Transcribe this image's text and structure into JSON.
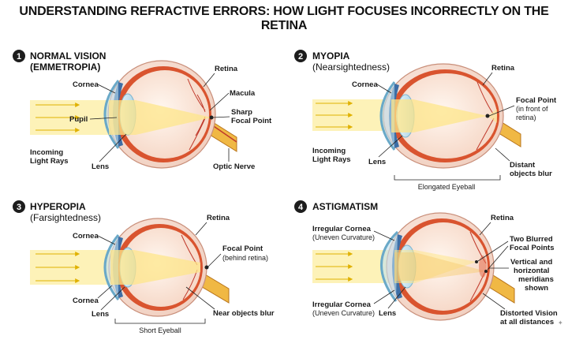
{
  "title": "UNDERSTANDING REFRACTIVE ERRORS: HOW LIGHT FOCUSES INCORRECTLY ON THE RETINA",
  "colors": {
    "sclera": "#f7e2d6",
    "choroid": "#d9542f",
    "iris": "#3d6ea6",
    "cornea": "#bfe0ee",
    "lens": "#cfe7f2",
    "light": "#fdf2b8",
    "arrow": "#e0b100",
    "nerve": "#f0b844",
    "vessel": "#c0392b"
  },
  "panels": [
    {
      "id": "normal",
      "number": "1",
      "heading_bold": "NORMAL VISION",
      "heading_sub": "(EMMETROPIA)",
      "labels": {
        "cornea": "Cornea",
        "pupil": "Pupil",
        "incoming1": "Incoming",
        "incoming2": "Light Rays",
        "lens": "Lens",
        "retina": "Retina",
        "macula": "Macula",
        "focal1": "Sharp",
        "focal2": "Focal Point",
        "optic": "Optic Nerve"
      }
    },
    {
      "id": "myopia",
      "number": "2",
      "heading_bold": "MYOPIA",
      "heading_sub": "(Nearsightedness)",
      "labels": {
        "cornea": "Cornea",
        "incoming1": "Incoming",
        "incoming2": "Light Rays",
        "lens": "Lens",
        "retina": "Retina",
        "focal1": "Focal Point",
        "focal2": "(in front of",
        "focal3": "retina)",
        "blur1": "Distant",
        "blur2": "objects blur",
        "bracket": "Elongated Eyeball"
      }
    },
    {
      "id": "hyperopia",
      "number": "3",
      "heading_bold": "HYPEROPIA",
      "heading_sub": "(Farsightedness)",
      "labels": {
        "cornea_top": "Cornea",
        "cornea_bottom": "Cornea",
        "lens": "Lens",
        "retina": "Retina",
        "focal1": "Focal Point",
        "focal2": "(behind retina)",
        "blur": "Near objects blur",
        "bracket": "Short Eyeball"
      }
    },
    {
      "id": "astigmatism",
      "number": "4",
      "heading_bold": "ASTIGMATISM",
      "heading_sub": "",
      "labels": {
        "cornea_top1": "Irregular Cornea",
        "cornea_top2": "(Uneven Curvature)",
        "cornea_bottom1": "Irregular Cornea",
        "cornea_bottom2": "(Uneven Curvature)",
        "lens": "Lens",
        "retina": "Retina",
        "two1": "Two Blurred",
        "two2": "Focal Points",
        "merid1": "Vertical and",
        "merid2": "horizontal",
        "merid3": "meridians",
        "merid4": "shown",
        "dist1": "Distorted Vision",
        "dist2": "at all distances"
      }
    }
  ],
  "watermark": "✦"
}
